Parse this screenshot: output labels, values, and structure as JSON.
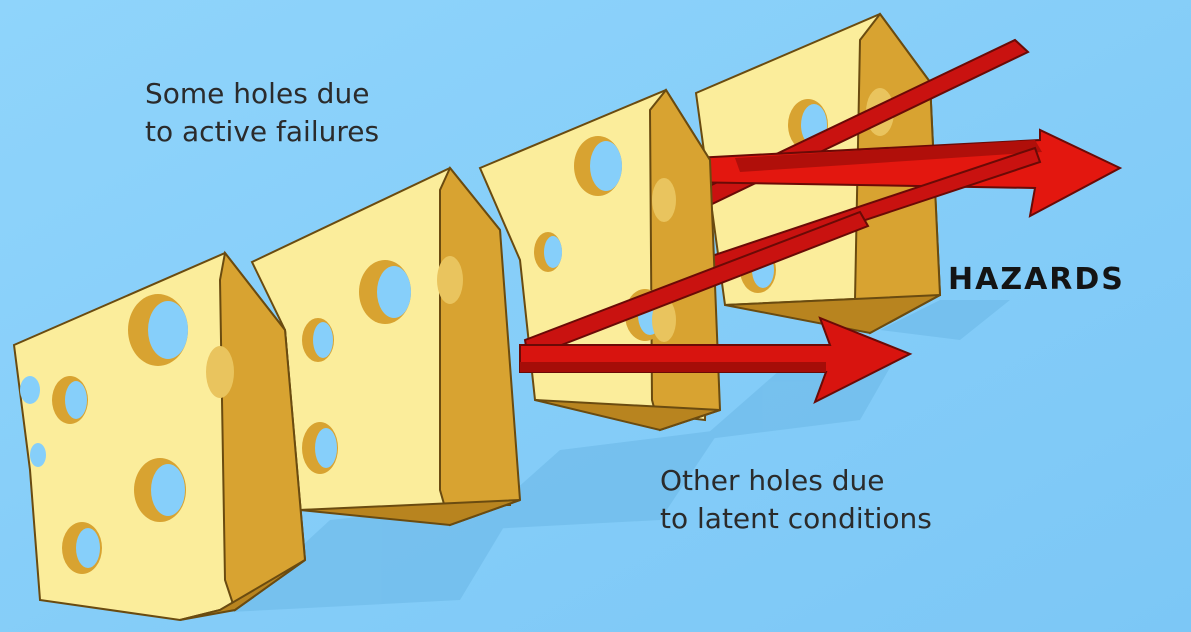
{
  "labels": {
    "active_failures": [
      "Some holes due",
      "to active failures"
    ],
    "latent_conditions": [
      "Other holes due",
      "to latent conditions"
    ],
    "hazards": "HAZARDS"
  },
  "colors": {
    "background": "#86cffa",
    "cheese_face": "#fbed9b",
    "cheese_side": "#d8a331",
    "arrow": "#d8140f",
    "arrow_dark": "#a50d08",
    "text": "#2b2b2b"
  },
  "elements": {
    "slices": [
      "slice-1",
      "slice-2",
      "slice-3",
      "slice-4"
    ],
    "arrows": [
      "upper-hazard-arrow",
      "lower-hazard-arrow"
    ]
  }
}
